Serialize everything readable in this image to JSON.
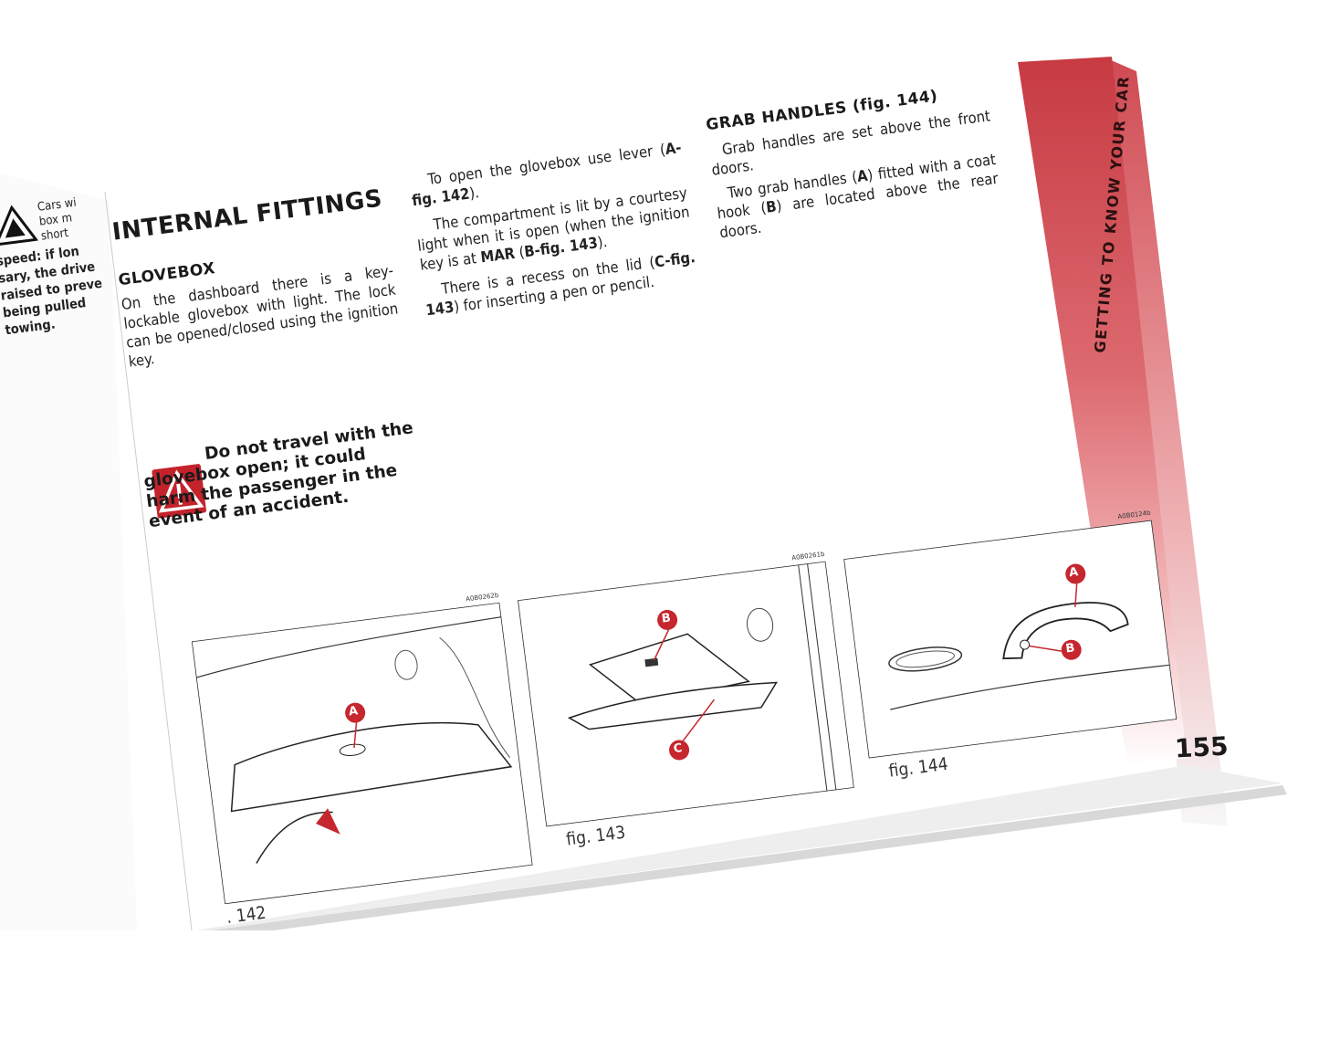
{
  "left_page": {
    "fragments": [
      "Cars wi",
      "box m",
      "short",
      "speed: if lon",
      "sary, the drive",
      "raised to preve",
      "being pulled",
      "towing."
    ]
  },
  "section_title": "INTERNAL FITTINGS",
  "glovebox": {
    "heading": "GLOVEBOX",
    "paragraph": "On the dashboard there is a key-lockable glovebox with light. The lock can be opened/closed using the ignition key."
  },
  "warning": {
    "text": "Do not travel with the glovebox open; it could harm the passenger in the event of an accident."
  },
  "middle_column": {
    "p1_pre": "To open the glovebox use lever (",
    "p1_ref": "A-fig. 142",
    "p1_post": ").",
    "p2_pre": "The compartment is lit by a courtesy light when it is open (when the ignition key is at ",
    "p2_ref1": "MAR",
    "p2_mid": " (",
    "p2_ref2": "B-fig. 143",
    "p2_post": ").",
    "p3_pre": "There is a recess on the lid (",
    "p3_ref": "C-fig. 143",
    "p3_post": ") for inserting a pen or pencil."
  },
  "grab_handles": {
    "heading": "GRAB HANDLES (fig. 144)",
    "p1": "Grab handles are set above the front doors.",
    "p2_pre": "Two grab handles (",
    "p2_ref1": "A",
    "p2_mid": ") fitted with a coat hook (",
    "p2_ref2": "B",
    "p2_post": ") are located above the rear doors."
  },
  "side_tab": "GETTING TO KNOW YOUR CAR",
  "page_number": "155",
  "figures": [
    {
      "code": "A0B0262b",
      "caption": ". 142",
      "callouts": [
        "A"
      ]
    },
    {
      "code": "A0B0261b",
      "caption": "fig. 143",
      "callouts": [
        "B",
        "C"
      ]
    },
    {
      "code": "A0B0124b",
      "caption": "fig. 144",
      "callouts": [
        "A",
        "B"
      ]
    }
  ],
  "colors": {
    "tab_red": "#c8303a",
    "callout_red": "#c6262e",
    "warning_red": "#c4232b"
  }
}
